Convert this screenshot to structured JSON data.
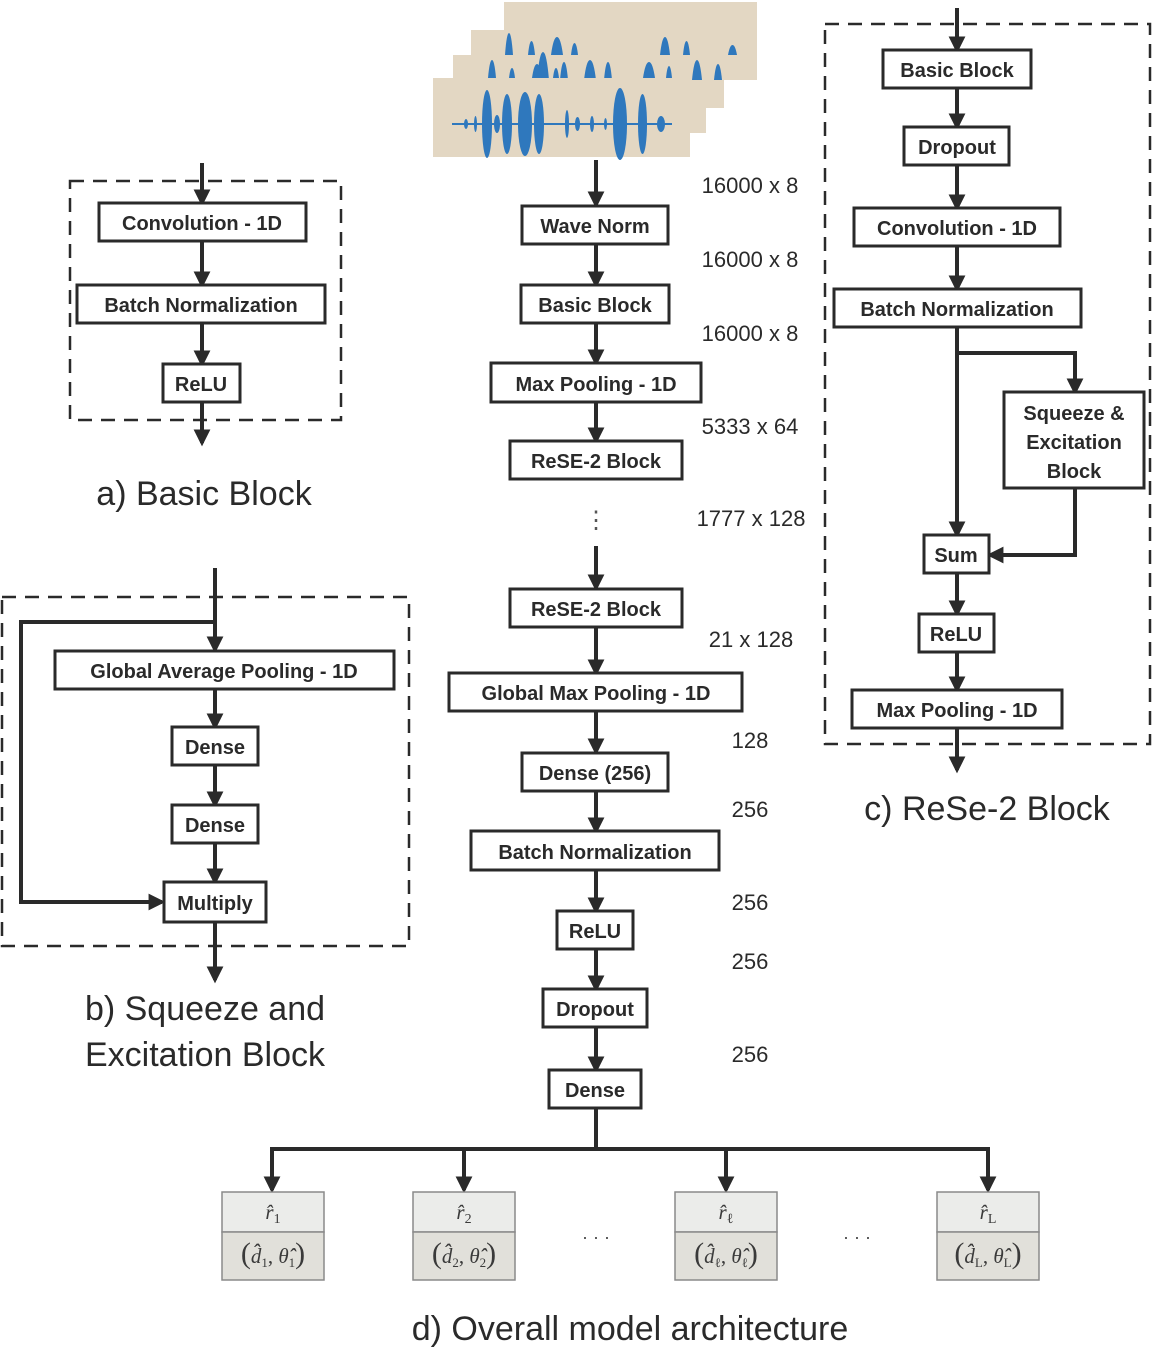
{
  "input": {
    "label": "stacked audio waveforms",
    "card_count": 4,
    "colors": {
      "card": "#e3d7c3",
      "wave": "#2f78bd"
    }
  },
  "basic_block": {
    "caption": "a) Basic Block",
    "nodes": [
      "Convolution - 1D",
      "Batch Normalization",
      "ReLU"
    ]
  },
  "se_block": {
    "caption_line1": "b) Squeeze and",
    "caption_line2": "Excitation Block",
    "nodes": [
      "Global Average Pooling - 1D",
      "Dense",
      "Dense",
      "Multiply"
    ]
  },
  "rese_block": {
    "caption": "c) ReSe-2 Block",
    "nodes": [
      "Basic Block",
      "Dropout",
      "Convolution - 1D",
      "Batch Normalization",
      "Sum",
      "ReLU",
      "Max Pooling - 1D"
    ],
    "se_node_lines": [
      "Squeeze &",
      "Excitation",
      "Block"
    ]
  },
  "main": {
    "caption": "d) Overall model architecture",
    "nodes": [
      "Wave Norm",
      "Basic Block",
      "Max Pooling - 1D",
      "ReSE-2 Block",
      "ReSE-2 Block",
      "Global Max Pooling - 1D",
      "Dense (256)",
      "Batch Normalization",
      "ReLU",
      "Dropout",
      "Dense"
    ],
    "dims": [
      "16000 x 8",
      "16000 x 8",
      "16000 x 8",
      "5333 x 64",
      "1777 x 128",
      "21 x 128",
      "128",
      "256",
      "256",
      "256",
      "256"
    ],
    "ellipsis": "⋮"
  },
  "outputs": {
    "items": [
      {
        "r": "r̂",
        "r_sub": "1",
        "d": "d̂̂",
        "d_sub": "1",
        "t": "θ̂̂",
        "t_sub": "1"
      },
      {
        "r": "r̂",
        "r_sub": "2",
        "d": "d̂̂",
        "d_sub": "2",
        "t": "θ̂̂",
        "t_sub": "2"
      },
      {
        "r": "r̂",
        "r_sub": "ℓ",
        "d": "d̂̂",
        "d_sub": "ℓ",
        "t": "θ̂̂",
        "t_sub": "ℓ"
      },
      {
        "r": "r̂",
        "r_sub": "L",
        "d": "d̂̂",
        "d_sub": "L",
        "t": "θ̂̂",
        "t_sub": "L"
      }
    ],
    "ellipsis": "· · ·"
  }
}
